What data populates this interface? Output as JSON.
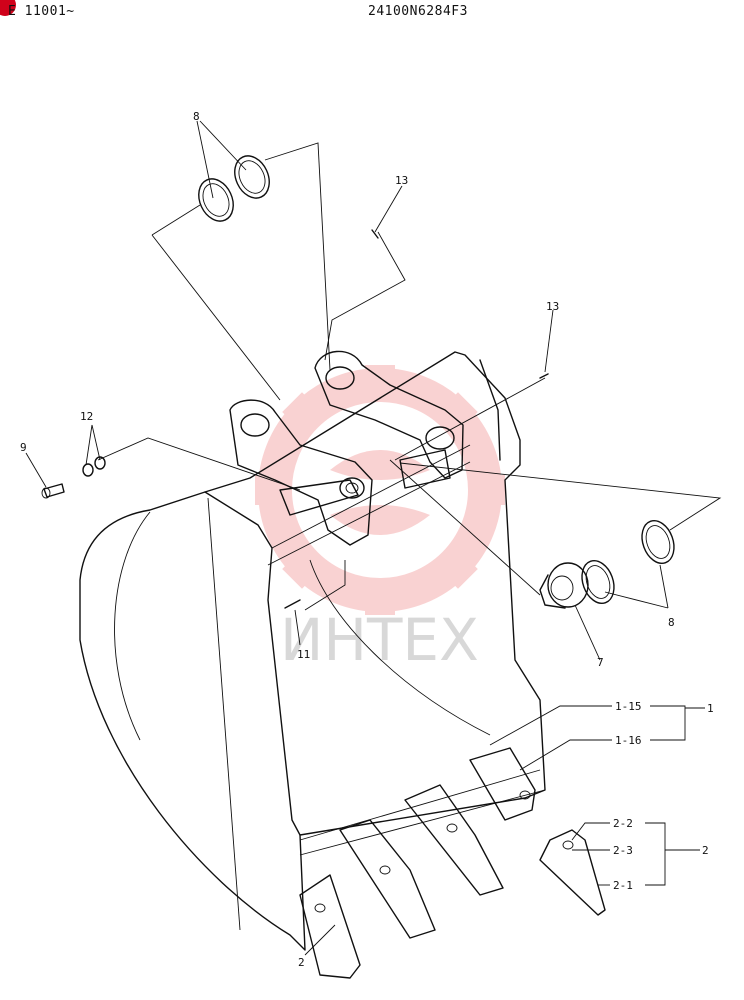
{
  "header": {
    "serial_range": "E 11001~",
    "part_number": "24100N6284F3"
  },
  "watermark": {
    "text": "ИНТЕХ",
    "color": "#f08080"
  },
  "callouts": {
    "c8_top": "8",
    "c13_top": "13",
    "c13_right": "13",
    "c12": "12",
    "c9": "9",
    "c11": "11",
    "c7": "7",
    "c8_right": "8",
    "c1_15": "1-15",
    "c1_16": "1-16",
    "c1": "1",
    "c2_2": "2-2",
    "c2_3": "2-3",
    "c2_1": "2-1",
    "c2_group": "2",
    "c2_bottom": "2"
  }
}
